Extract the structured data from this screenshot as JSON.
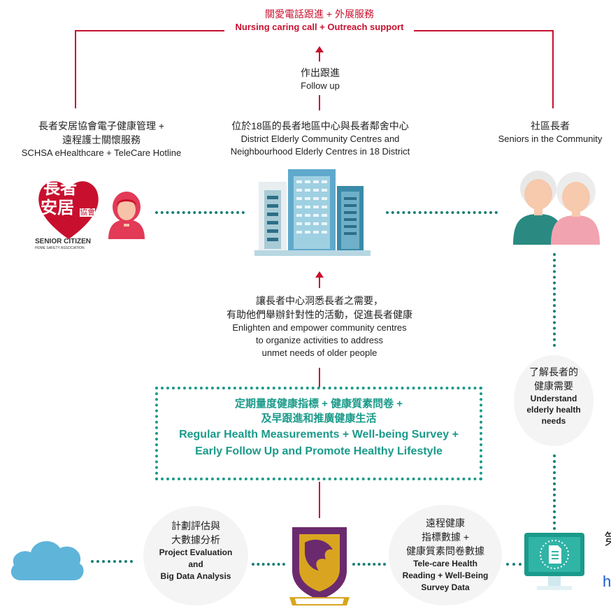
{
  "top": {
    "zh": "關愛電話跟進 + 外展服務",
    "en": "Nursing caring call + Outreach support"
  },
  "follow_up": {
    "zh": "作出跟進",
    "en": "Follow up"
  },
  "schsa": {
    "zh1": "長者安居協會電子健康管理 +",
    "zh2": "遠程護士關懷服務",
    "en": "SCHSA eHealthcare + TeleCare Hotline",
    "logo_zh1": "長者",
    "logo_zh2": "安居",
    "logo_zh3": "協會",
    "logo_en1": "SENIOR CITIZEN",
    "logo_en2": "HOME SAFETY ASSOCIATION"
  },
  "centres": {
    "zh": "位於18區的長者地區中心與長者鄰舍中心",
    "en1": "District Elderly Community Centres and",
    "en2": "Neighbourhood Elderly Centres in 18 District"
  },
  "seniors": {
    "zh": "社區長者",
    "en": "Seniors in the Community"
  },
  "enlighten": {
    "zh1": "讓長者中心洞悉長者之需要，",
    "zh2": "有助他們舉辦針對性的活動，促進長者健康",
    "en1": "Enlighten and empower community centres",
    "en2": "to organize activities to address",
    "en3": "unmet needs of older people"
  },
  "regular": {
    "zh1": "定期量度健康指標 + 健康質素問卷 +",
    "zh2": "及早跟進和推廣健康生活",
    "en1": "Regular Health Measurements + Well-being Survey +",
    "en2": "Early Follow Up and Promote Healthy Lifestyle"
  },
  "understand": {
    "zh1": "了解長者的",
    "zh2": "健康需要",
    "en1": "Understand",
    "en2": "elderly health",
    "en3": "needs"
  },
  "evaluation": {
    "zh1": "計劃評估與",
    "zh2": "大數據分析",
    "en1": "Project Evaluation",
    "en2": "and",
    "en3": "Big Data Analysis"
  },
  "telecare": {
    "zh1": "遠程健康",
    "zh2": "指標數據 +",
    "zh3": "健康質素問卷數據",
    "en1": "Tele-care Health",
    "en2": "Reading + Well-Being",
    "en3": "Survey Data"
  },
  "cut_right": {
    "zh": "第",
    "link": "h"
  },
  "colors": {
    "red": "#c8102e",
    "teal": "#1a9a8a",
    "dark_teal": "#1a7f74",
    "purple": "#6b2a6e",
    "gold": "#d9a521",
    "sky": "#5fb4da"
  }
}
